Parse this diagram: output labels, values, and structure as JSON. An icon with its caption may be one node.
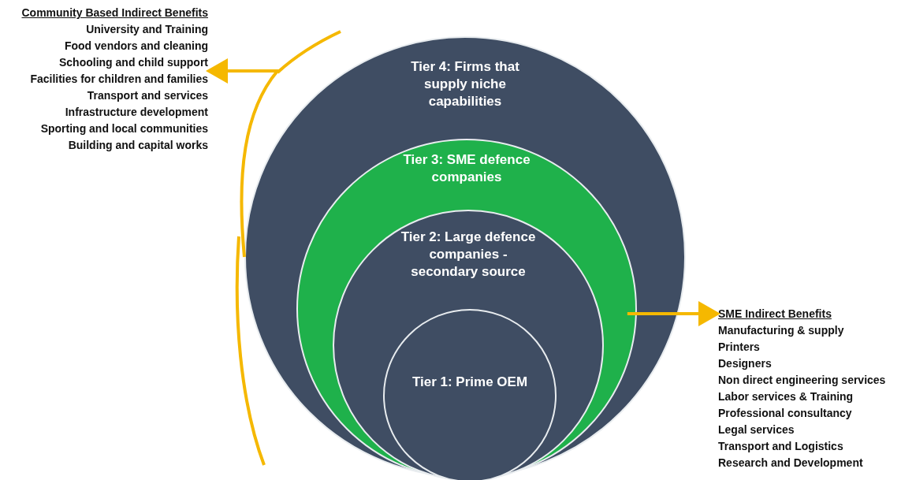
{
  "diagram": {
    "nodes": [
      {
        "text": [
          "Tier 4: Firms that supply niche capabilities"
        ]
      },
      {
        "text": [
          "Tier 3: SME defence companies"
        ],
        "in": 0
      },
      {
        "text": [
          "Tier 2: Large defence companies - secondary source"
        ],
        "in": 1
      },
      {
        "text": [
          "Tier 1: Prime OEM"
        ],
        "in": 2
      },
      {
        "text": [
          "Community Based Indirect Benefits",
          "University and Training",
          "Food vendors and cleaning",
          "Schooling and child support",
          "Facilities for children and families",
          "Transport and services",
          "Infrastructure development",
          "Sporting and local communities",
          "Building and capital works"
        ]
      },
      {
        "text": [
          "SME Indirect Benefits",
          "Manufacturing & supply",
          "Printers",
          "Designers",
          "Non direct engineering services",
          "Labor services & Training",
          "Professional consultancy",
          "Legal services",
          "Transport and Logistics",
          "Research and Development"
        ]
      }
    ],
    "edges": [
      {
        "from": 0,
        "to": 4,
        "arrow": "to"
      },
      {
        "from": 1,
        "to": 5,
        "arrow": "to"
      }
    ]
  }
}
